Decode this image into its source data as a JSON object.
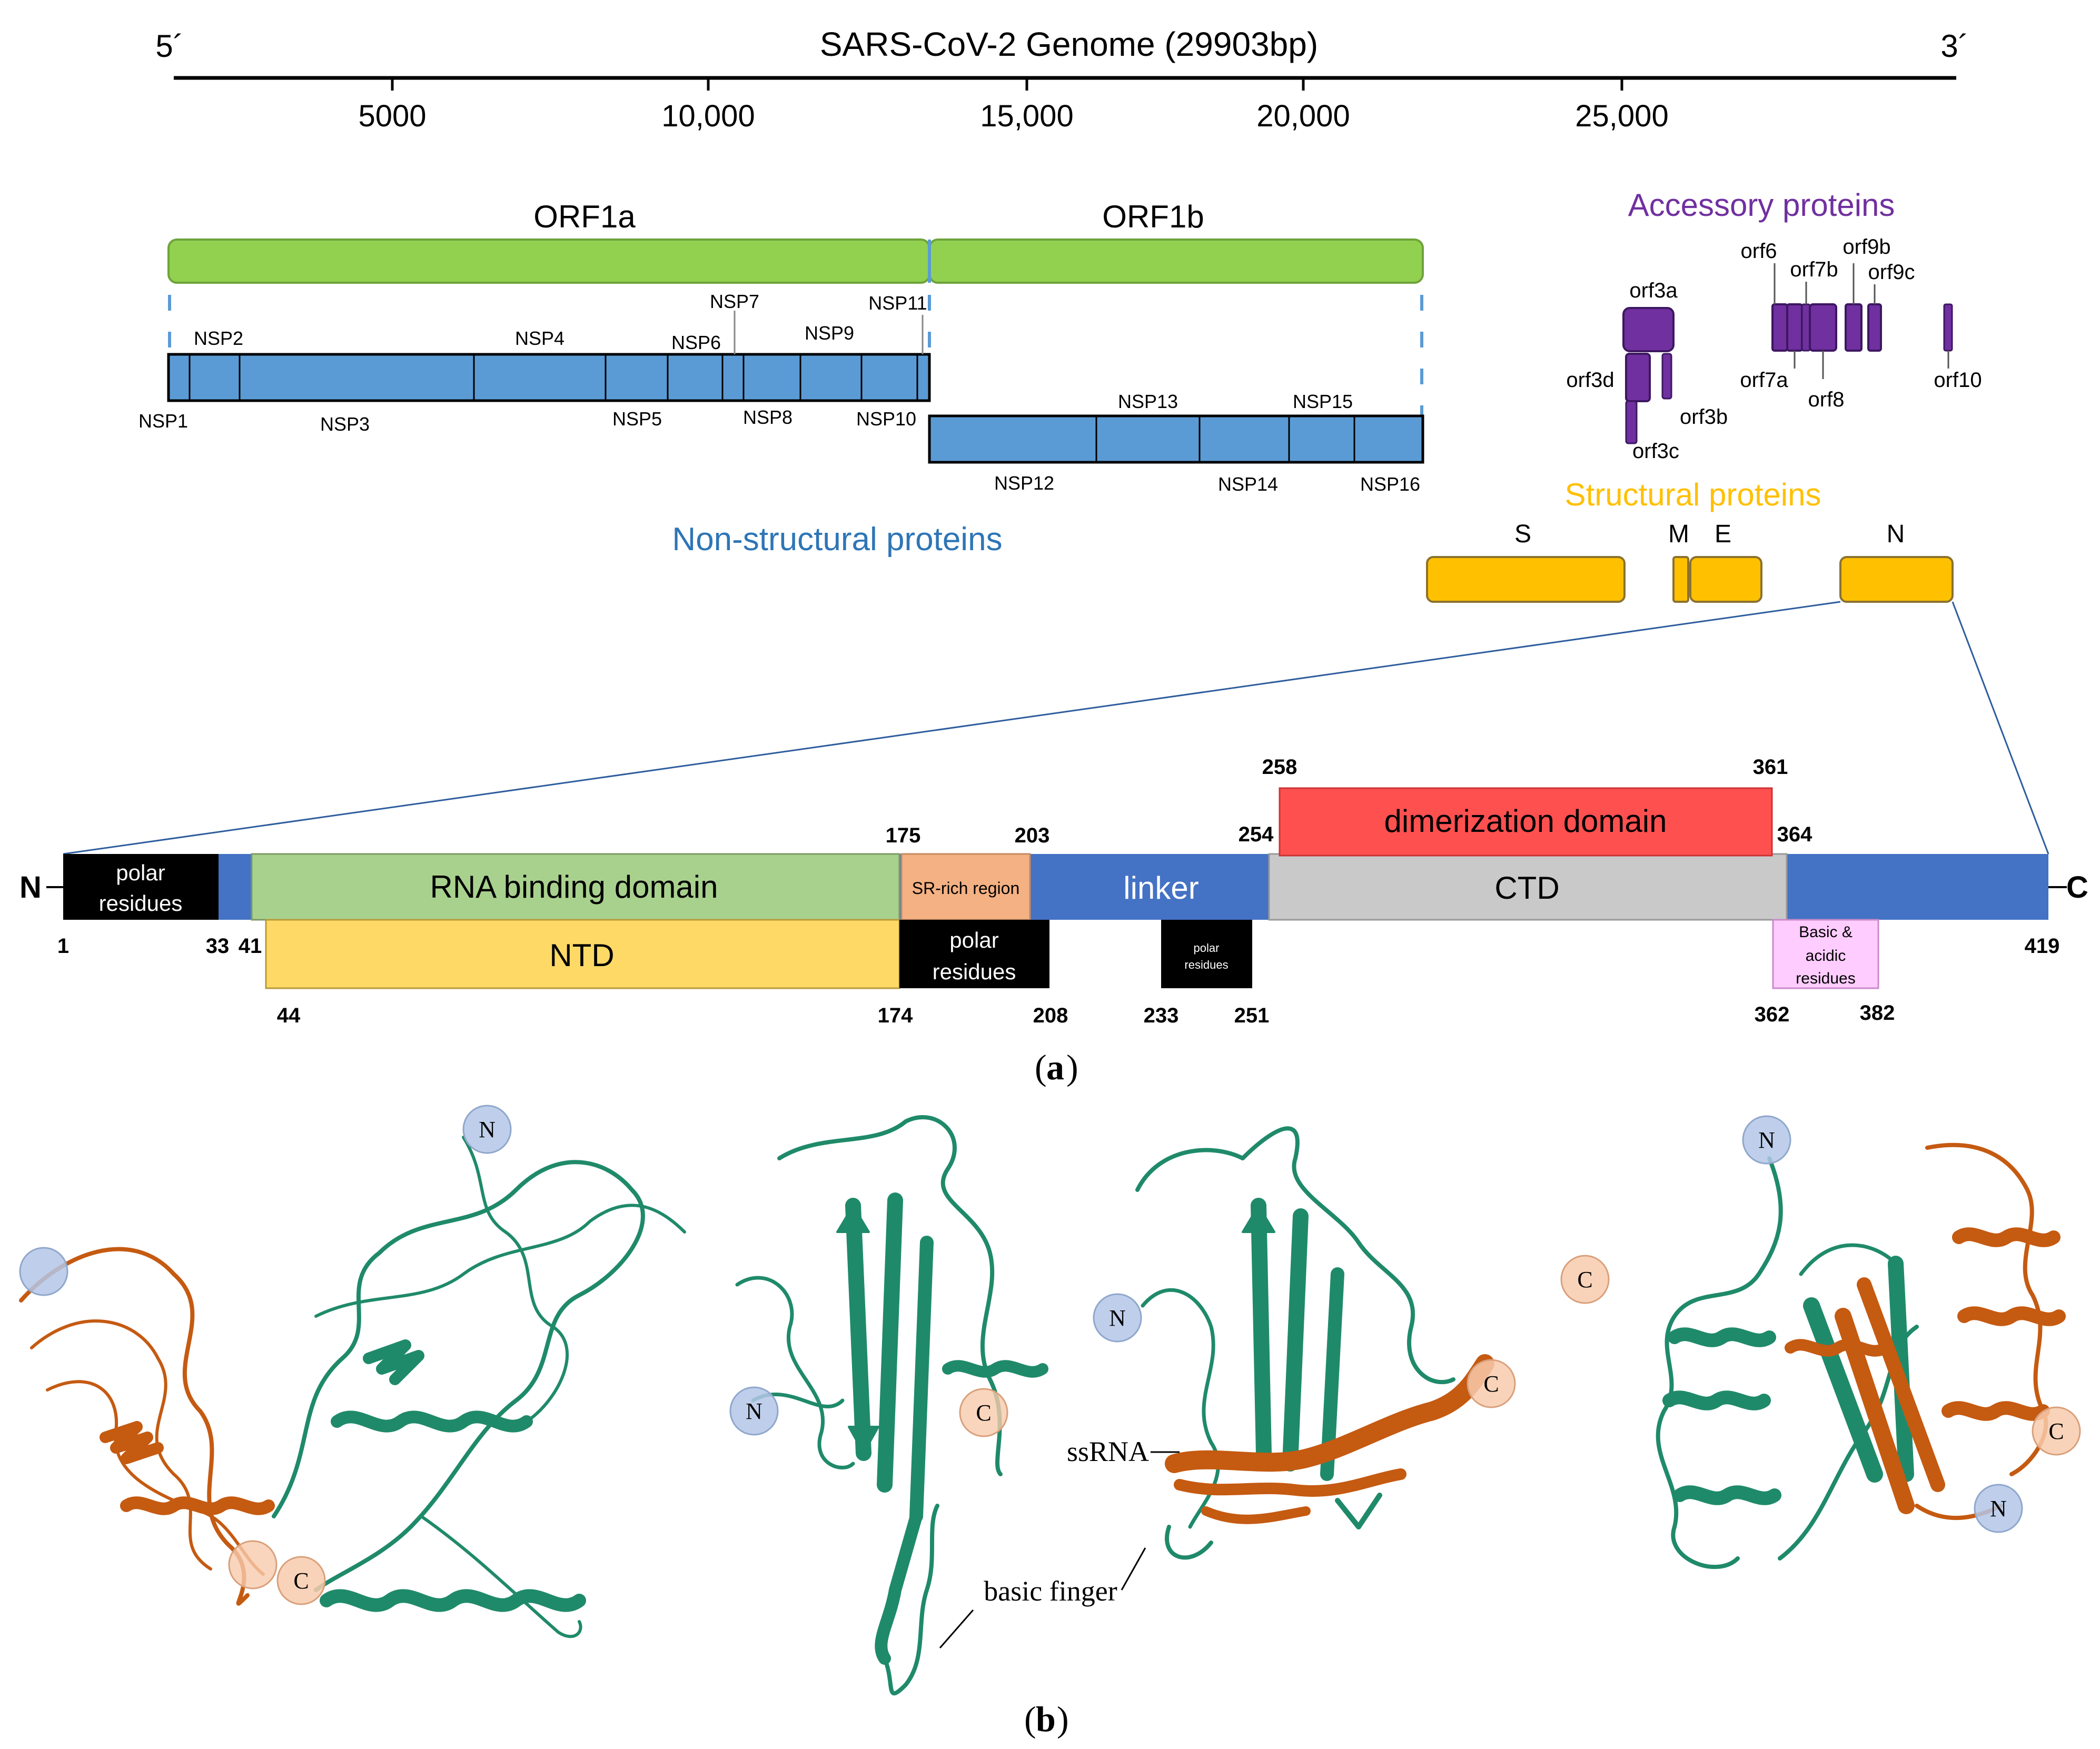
{
  "genome": {
    "title": "SARS-CoV-2 Genome (29903bp)",
    "five_prime": "5´",
    "three_prime": "3´",
    "ticks": [
      "5000",
      "10,000",
      "15,000",
      "20,000",
      "25,000"
    ]
  },
  "orfs": {
    "orf1a": "ORF1a",
    "orf1b": "ORF1b"
  },
  "nsp_labels": {
    "nsp1": "NSP1",
    "nsp2": "NSP2",
    "nsp3": "NSP3",
    "nsp4": "NSP4",
    "nsp5": "NSP5",
    "nsp6": "NSP6",
    "nsp7": "NSP7",
    "nsp8": "NSP8",
    "nsp9": "NSP9",
    "nsp10": "NSP10",
    "nsp11": "NSP11",
    "nsp12": "NSP12",
    "nsp13": "NSP13",
    "nsp14": "NSP14",
    "nsp15": "NSP15",
    "nsp16": "NSP16"
  },
  "nonstructural_title": "Non-structural proteins",
  "accessory": {
    "title": "Accessory proteins",
    "orf3a": "orf3a",
    "orf3d": "orf3d",
    "orf3b": "orf3b",
    "orf3c": "orf3c",
    "orf6": "orf6",
    "orf7b": "orf7b",
    "orf9b": "orf9b",
    "orf9c": "orf9c",
    "orf7a": "orf7a",
    "orf8": "orf8",
    "orf10": "orf10"
  },
  "structural": {
    "title": "Structural proteins",
    "s": "S",
    "m": "M",
    "e": "E",
    "n": "N"
  },
  "n_protein": {
    "n_term": "N",
    "c_term": "C",
    "polar_residues": "polar",
    "polar_residues_2": "residues",
    "rna_binding": "RNA binding domain",
    "sr_rich": "SR-rich region",
    "linker": "linker",
    "ctd": "CTD",
    "dimerization": "dimerization domain",
    "ntd": "NTD",
    "basic_line1": "Basic &",
    "basic_line2": "acidic",
    "basic_line3": "residues",
    "pos_1": "1",
    "pos_33": "33",
    "pos_41": "41",
    "pos_44": "44",
    "pos_174": "174",
    "pos_175": "175",
    "pos_203": "203",
    "pos_208": "208",
    "pos_233": "233",
    "pos_251": "251",
    "pos_254": "254",
    "pos_258": "258",
    "pos_361": "361",
    "pos_362": "362",
    "pos_364": "364",
    "pos_382": "382",
    "pos_419": "419"
  },
  "panel_labels": {
    "a": "a",
    "b": "b",
    "open": "(",
    "close": ")"
  },
  "structures": {
    "ssRNA": "ssRNA",
    "basic_finger": "basic finger",
    "n_marker": "N",
    "c_marker": "C"
  },
  "colors": {
    "green_orf": "#92d050",
    "nsp_blue": "#5b9bd5",
    "purple": "#7030a0",
    "yellow": "#ffc000",
    "n_blue": "#4472c4",
    "rbd_green": "#a9d18e",
    "sr_orange": "#f4b183",
    "dimer_red": "#ff5050",
    "ctd_gray": "#c9c9c9",
    "ntd_yellow": "#ffd966",
    "basic_pink": "#ffccff",
    "teal": "#1f8a6a",
    "brown": "#c55a11"
  }
}
